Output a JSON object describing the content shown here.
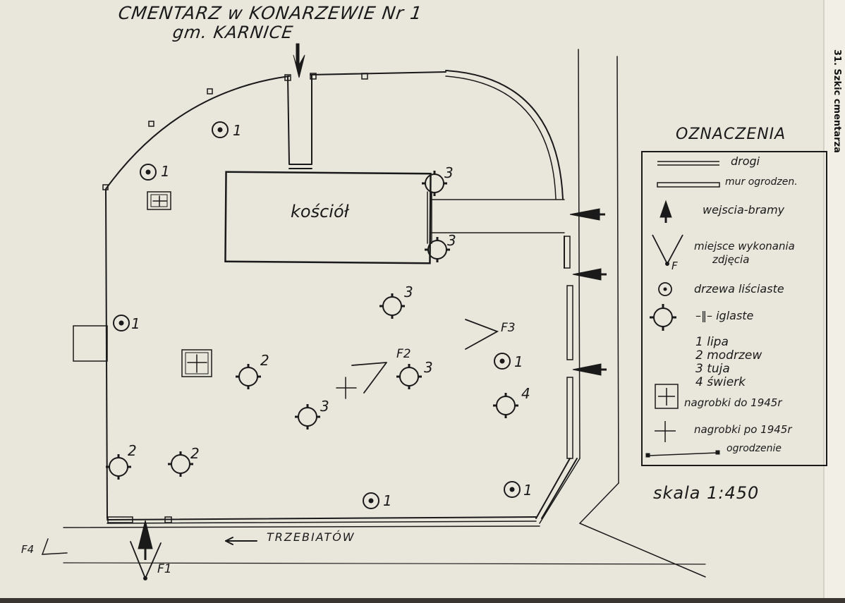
{
  "title_line1": "CMENTARZ w KONARZEWIE   Nr 1",
  "title_line2": "gm. KARNICE",
  "side_caption": "31. Szkic cmentarza",
  "church": "kościół",
  "street": "TRZEBIATÓW",
  "scale": "skala 1:450",
  "legend": {
    "title": "OZNACZENIA",
    "roads": "drogi",
    "wall": "mur ogrodzen.",
    "gates": "wejscia-bramy",
    "photo_spot_1": "miejsce wykonania",
    "photo_spot_2": "zdjęcia",
    "photo_spot_symbol": "F",
    "deciduous": "drzewa liściaste",
    "coniferous": "–‖– iglaste",
    "species_1": "1 lipa",
    "species_2": "2 modrzew",
    "species_3": "3 tuja",
    "species_4": "4 świerk",
    "graves_old": "nagrobki do 1945r",
    "graves_new": "nagrobki po 1945r",
    "fence": "ogrodzenie"
  },
  "photo_spots": [
    "F1",
    "F2",
    "F3",
    "F4"
  ],
  "trees": {
    "deciduous": [
      "1",
      "1",
      "1",
      "1",
      "1",
      "1"
    ],
    "coniferous": [
      "3",
      "3",
      "3",
      "2",
      "3",
      "3",
      "4",
      "2",
      "2"
    ]
  },
  "colors": {
    "paper": "#e9e6dc",
    "ink": "#1a1a1a"
  }
}
